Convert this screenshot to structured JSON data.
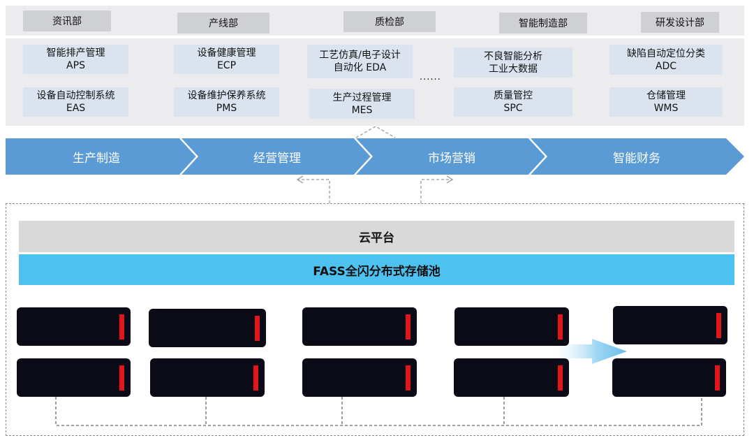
{
  "departments": [
    "资讯部",
    "产线部",
    "质检部",
    "智能制造部",
    "研发设计部"
  ],
  "systems": {
    "aps": {
      "name": "智能排产管理",
      "code": "APS"
    },
    "eas": {
      "name": "设备自动控制系统",
      "code": "EAS"
    },
    "ecp": {
      "name": "设备健康管理",
      "code": "ECP"
    },
    "pms": {
      "name": "设备维护保养系统",
      "code": "PMS"
    },
    "eda": {
      "name": "工艺仿真/电子设计",
      "code": "自动化 EDA"
    },
    "mes": {
      "name": "生产过程管理",
      "code": "MES"
    },
    "more": "......",
    "bigdata": {
      "name": "不良智能分析",
      "code": "工业大数据"
    },
    "spc": {
      "name": "质量管控",
      "code": "SPC"
    },
    "adc": {
      "name": "缺陷自动定位分类",
      "code": "ADC"
    },
    "wms": {
      "name": "仓储管理",
      "code": "WMS"
    }
  },
  "flow_stages": [
    "生产制造",
    "经营管理",
    "市场营销",
    "智能财务"
  ],
  "cloud_platform": "云平台",
  "storage_pool": "FASS全闪分布式存储池",
  "server_count": 10,
  "colors": {
    "panel": "#ececee",
    "dept_box": "#cfd0d3",
    "system_box": "#dbe4ee",
    "flow_arrow": "#5b9bd5",
    "cloud": "#d9d9d9",
    "storage": "#4dc1f0",
    "server": "#0a0b16",
    "server_led": "#e2161a"
  }
}
